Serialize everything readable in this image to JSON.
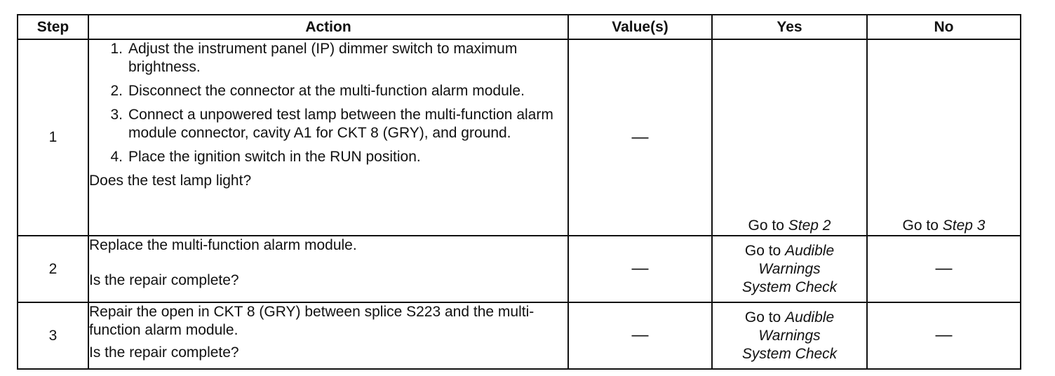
{
  "header": {
    "step": "Step",
    "action": "Action",
    "values": "Value(s)",
    "yes": "Yes",
    "no": "No"
  },
  "rows": [
    {
      "step": "1",
      "items": [
        {
          "n": "1.",
          "text": "Adjust the instrument panel (IP) dimmer switch to maximum brightness."
        },
        {
          "n": "2.",
          "text": "Disconnect the connector at the multi-function alarm module."
        },
        {
          "n": "3.",
          "text": "Connect a unpowered test lamp between the multi-function alarm module connector, cavity A1 for CKT 8 (GRY), and ground."
        },
        {
          "n": "4.",
          "text": "Place the ignition switch in the RUN position."
        }
      ],
      "question": "Does the test lamp light?",
      "value": "—",
      "yes_prefix": "Go to ",
      "yes_target": "Step 2",
      "no_prefix": "Go to ",
      "no_target": "Step 3"
    },
    {
      "step": "2",
      "action": "Replace the multi-function alarm module.",
      "question": "Is the repair complete?",
      "value": "—",
      "yes_prefix": "Go to ",
      "yes_line1": "Audible",
      "yes_line2": "Warnings",
      "yes_line3": "System Check",
      "no": "—"
    },
    {
      "step": "3",
      "action": "Repair the open in CKT 8 (GRY) between splice S223 and the multi-function alarm module.",
      "question": "Is the repair complete?",
      "value": "—",
      "yes_prefix": "Go to ",
      "yes_line1": "Audible",
      "yes_line2": "Warnings",
      "yes_line3": "System Check",
      "no": "—"
    }
  ]
}
